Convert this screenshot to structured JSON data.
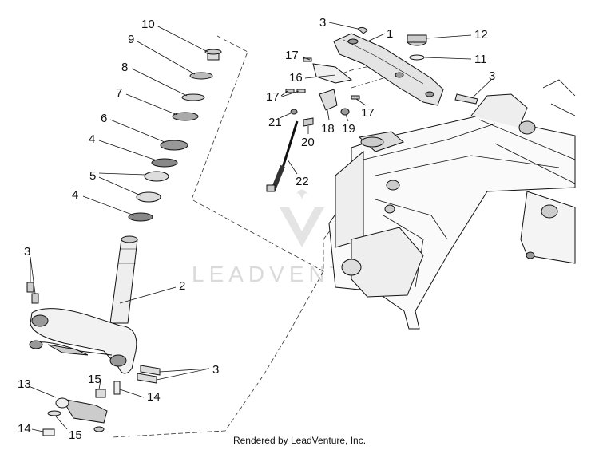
{
  "diagram": {
    "callouts": [
      {
        "id": "c10",
        "text": "10"
      },
      {
        "id": "c9",
        "text": "9"
      },
      {
        "id": "c8",
        "text": "8"
      },
      {
        "id": "c7",
        "text": "7"
      },
      {
        "id": "c6",
        "text": "6"
      },
      {
        "id": "c4a",
        "text": "4"
      },
      {
        "id": "c5",
        "text": "5"
      },
      {
        "id": "c4b",
        "text": "4"
      },
      {
        "id": "c3a",
        "text": "3"
      },
      {
        "id": "c2",
        "text": "2"
      },
      {
        "id": "c3b",
        "text": "3"
      },
      {
        "id": "c13",
        "text": "13"
      },
      {
        "id": "c15a",
        "text": "15"
      },
      {
        "id": "c14a",
        "text": "14"
      },
      {
        "id": "c14b",
        "text": "14"
      },
      {
        "id": "c15b",
        "text": "15"
      },
      {
        "id": "c3c",
        "text": "3"
      },
      {
        "id": "c1",
        "text": "1"
      },
      {
        "id": "c12",
        "text": "12"
      },
      {
        "id": "c11",
        "text": "11"
      },
      {
        "id": "c17a",
        "text": "17"
      },
      {
        "id": "c16",
        "text": "16"
      },
      {
        "id": "c17b",
        "text": "17"
      },
      {
        "id": "c3d",
        "text": "3"
      },
      {
        "id": "c17c",
        "text": "17"
      },
      {
        "id": "c21",
        "text": "21"
      },
      {
        "id": "c18",
        "text": "18"
      },
      {
        "id": "c19",
        "text": "19"
      },
      {
        "id": "c20",
        "text": "20"
      },
      {
        "id": "c22",
        "text": "22"
      }
    ],
    "watermark": "LEADVENTURE"
  },
  "footer": {
    "credit": "Rendered by LeadVenture, Inc."
  }
}
